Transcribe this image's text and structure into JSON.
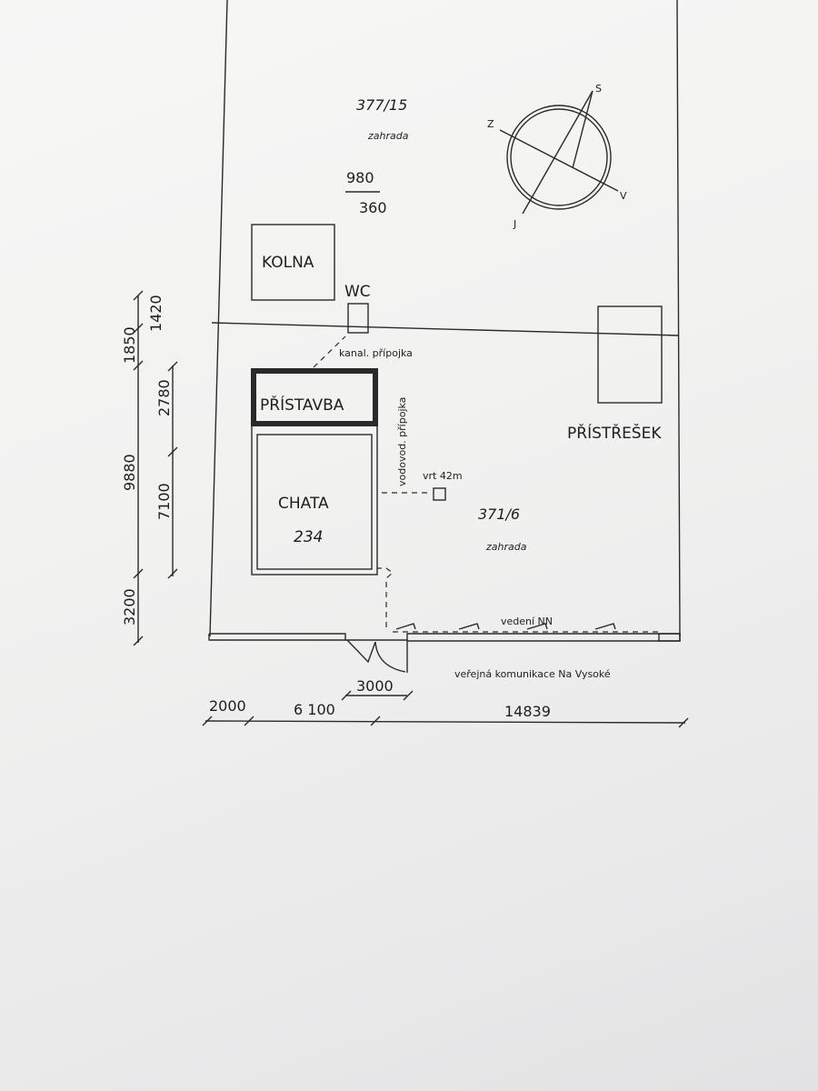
{
  "plan": {
    "parcel_north": {
      "number": "377/15",
      "use": "zahrada"
    },
    "parcel_main": {
      "number": "371/6",
      "use": "zahrada"
    },
    "scale_note": {
      "top": "980",
      "bottom": "360"
    },
    "compass": {
      "n": "S",
      "s": "J",
      "e": "V",
      "w": "Z"
    },
    "buildings": {
      "shed": "KOLNA",
      "wc": "WC",
      "extension": "PŘÍSTAVBA",
      "cottage": "CHATA",
      "cottage_number": "234",
      "canopy": "PŘÍSTŘEŠEK"
    },
    "utilities": {
      "sewer": "kanal. přípojka",
      "water": "vodovod. přípojka",
      "well": "vrt 42m",
      "power": "vedení NN"
    },
    "road": "veřejná komunikace Na Vysoké",
    "dimensions": {
      "left_outer": [
        "1420",
        "1850",
        "9880",
        "3200"
      ],
      "left_inner": [
        "2780",
        "7100"
      ],
      "gate": "3000",
      "bottom": [
        "2000",
        "6 100",
        "14839"
      ]
    }
  }
}
